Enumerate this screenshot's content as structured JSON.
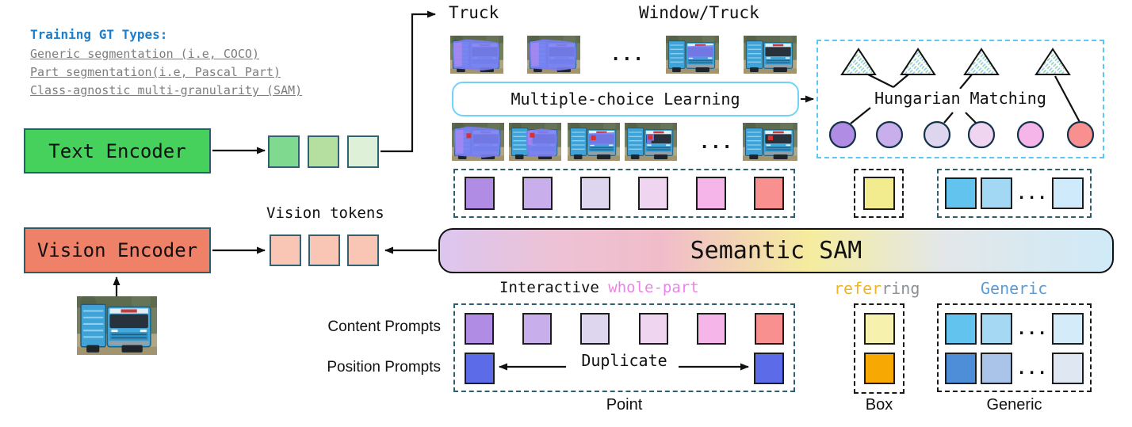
{
  "gt": {
    "title": "Training GT Types:",
    "items": [
      "Generic segmentation (i.e, COCO)",
      "Part segmentation(i.e, Pascal Part)",
      "Class-agnostic multi-granularity (SAM)"
    ]
  },
  "encoders": {
    "text": "Text Encoder",
    "vision": "Vision Encoder"
  },
  "labels": {
    "vision_tokens": "Vision tokens",
    "truck": "Truck",
    "window_truck": "Window/Truck",
    "mcl": "Multiple-choice Learning",
    "hungarian": "Hungarian Matching",
    "semantic_sam": "Semantic SAM",
    "duplicate": "Duplicate",
    "content_prompts": "Content Prompts",
    "position_prompts": "Position Prompts",
    "point": "Point",
    "box": "Box",
    "generic": "Generic",
    "dots": "..."
  },
  "captions": {
    "interactive": "Interactive ",
    "whole_part": "whole-part",
    "refer": "refer",
    "ring": "ring",
    "generic": "Generic"
  },
  "colors": {
    "heading_blue": "#1d7ecb",
    "gt_gray": "#7d7d7d",
    "text_encoder_fill": "#46d05c",
    "vision_encoder_fill": "#ee8168",
    "whole_part": "#ea82e8",
    "refer": "#f0b429",
    "ring": "#8a9095",
    "generic_label": "#5b9bd5",
    "sam_gradient": [
      "#dcc6ef",
      "#eec2d4",
      "#f0bcca",
      "#f5ec9e",
      "#e3e7e9",
      "#cfeaf7"
    ]
  },
  "tokens": {
    "text_tokens": [
      "#7fd98f",
      "#b5dfa0",
      "#def0d8"
    ],
    "vision_tokens": [
      "#f9c6b6",
      "#f9c6b6",
      "#f9c6b6"
    ],
    "query_tokens": [
      "#b18ce4",
      "#c9aeec",
      "#ded5ee",
      "#f0d5f0",
      "#f5b5e8",
      "#f8908f"
    ],
    "referring_token_top": [
      "#f2ec8f"
    ],
    "generic_tokens_top": [
      "#62c4ee",
      "#a2d8f4",
      "dots",
      "#cfeafa"
    ],
    "content_prompts": [
      "#b18ce4",
      "#c9aeec",
      "#ded5ee",
      "#f0d5f0",
      "#f5b5e8",
      "#f8908f"
    ],
    "position_prompts": [
      "#5c6be8",
      "#5c6be8"
    ],
    "referring_content": [
      "#f6f2ad"
    ],
    "referring_position": [
      "#f8a802"
    ],
    "generic_row1": [
      "#62c4ee",
      "#a5d9f3",
      "dots",
      "#d4ecfa"
    ],
    "generic_row2": [
      "#4e8ed8",
      "#a9c3e9",
      "dots",
      "#dfe7f3"
    ]
  },
  "trucks": {
    "top_row": [
      {
        "mask": "whole",
        "point": false
      },
      {
        "mask": "whole",
        "point": false
      },
      {
        "mask": "window",
        "point": false
      },
      {
        "mask": "none",
        "point": false
      }
    ],
    "mid_row": [
      {
        "mask": "whole",
        "point": true
      },
      {
        "mask": "cab",
        "point": true
      },
      {
        "mask": "window",
        "point": true
      },
      {
        "mask": "blob",
        "point": true
      },
      {
        "mask": "none",
        "point": true
      }
    ]
  }
}
